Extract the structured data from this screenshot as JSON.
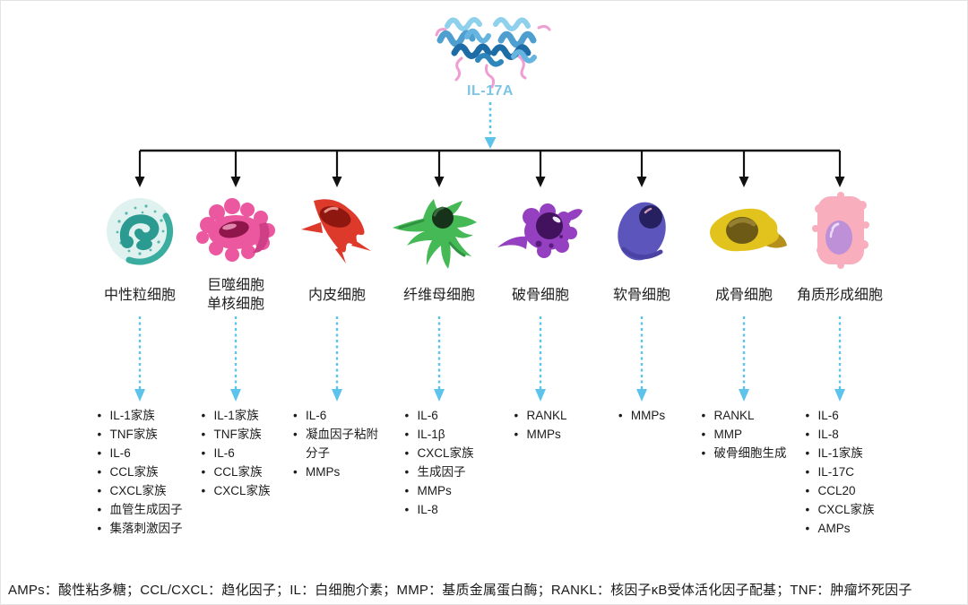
{
  "header": {
    "protein_label": "IL-17A"
  },
  "colors": {
    "accent_blue": "#5ec3ea",
    "protein_label_blue": "#7cc4e6",
    "connector_black": "#111111"
  },
  "columns": [
    {
      "cell_icon": "neutrophil-cell-icon",
      "color": "#2b9a90",
      "label": "中性粒细胞",
      "items": [
        "IL-1家族",
        "TNF家族",
        "IL-6",
        "CCL家族",
        "CXCL家族",
        "血管生成因子",
        "集落刺激因子"
      ]
    },
    {
      "cell_icon": "macrophage-monocyte-cell-icon",
      "color": "#ec58a0",
      "label": "巨噬细胞\n单核细胞",
      "items": [
        "IL-1家族",
        "TNF家族",
        "IL-6",
        "CCL家族",
        "CXCL家族"
      ]
    },
    {
      "cell_icon": "endothelial-cell-icon",
      "color": "#de3a2b",
      "label": "内皮细胞",
      "items": [
        "IL-6",
        "凝血因子粘附分子",
        "MMPs"
      ]
    },
    {
      "cell_icon": "fibroblast-cell-icon",
      "color": "#46b957",
      "label": "纤维母细胞",
      "items": [
        "IL-6",
        "IL-1β",
        "CXCL家族",
        "生成因子",
        "MMPs",
        "IL-8"
      ]
    },
    {
      "cell_icon": "osteoclast-cell-icon",
      "color": "#9440c0",
      "label": "破骨细胞",
      "items": [
        "RANKL",
        "MMPs"
      ]
    },
    {
      "cell_icon": "chondrocyte-cell-icon",
      "color": "#5b55bc",
      "label": "软骨细胞",
      "items": [
        "MMPs"
      ]
    },
    {
      "cell_icon": "osteoblast-cell-icon",
      "color": "#e2c31d",
      "label": "成骨细胞",
      "items": [
        "RANKL",
        "MMP",
        "破骨细胞生成"
      ]
    },
    {
      "cell_icon": "keratinocyte-cell-icon",
      "color": "#f9aebe",
      "label": "角质形成细胞",
      "items": [
        "IL-6",
        "IL-8",
        "IL-1家族",
        "IL-17C",
        "CCL20",
        "CXCL家族",
        "AMPs"
      ]
    }
  ],
  "footer": {
    "legend": "AMPs：酸性粘多糖；CCL/CXCL：趋化因子；IL：白细胞介素；MMP：基质金属蛋白酶；RANKL：核因子κB受体活化因子配基；TNF：肿瘤坏死因子"
  }
}
